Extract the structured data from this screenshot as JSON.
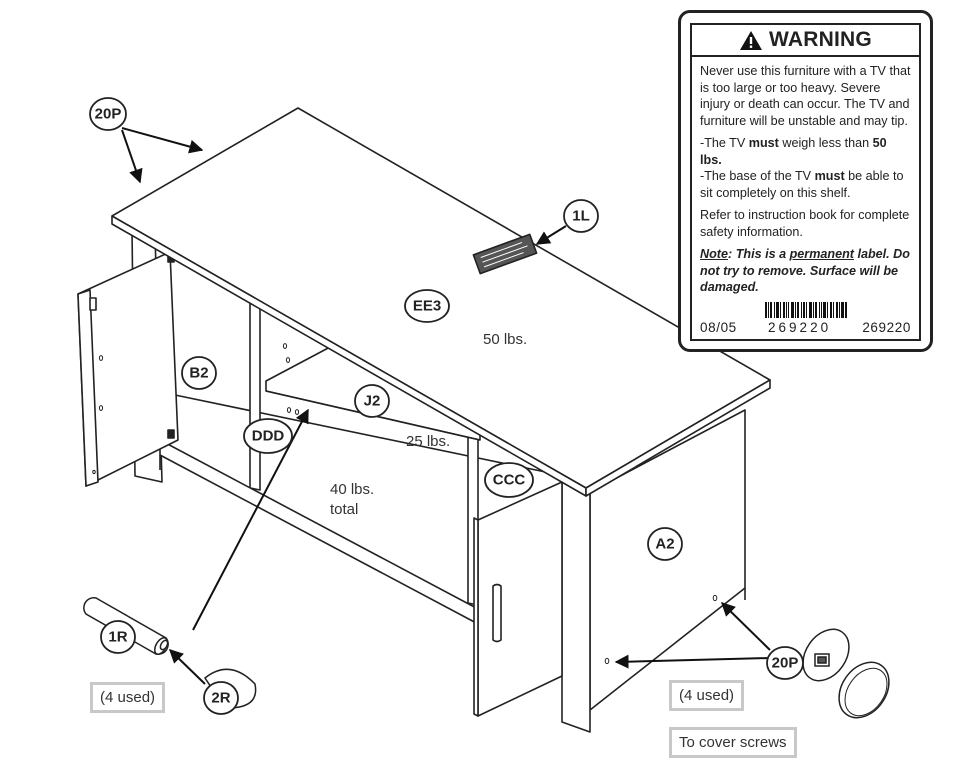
{
  "parts": {
    "p20P_top": "20P",
    "p1L": "1L",
    "pEE3": "EE3",
    "pB2": "B2",
    "pJ2": "J2",
    "pDDD": "DDD",
    "pCCC": "CCC",
    "pA2": "A2",
    "p1R": "1R",
    "p2R": "2R",
    "p20P_bottom": "20P"
  },
  "weights": {
    "top": "50 lbs.",
    "shelf": "25 lbs.",
    "total_line1": "40 lbs.",
    "total_line2": "total"
  },
  "notes": {
    "used_left": "(4 used)",
    "used_right": "(4 used)",
    "cover_screws": "To cover screws"
  },
  "warning": {
    "title": "WARNING",
    "para1": "Never use this furniture with a TV that is too large or too heavy. Severe injury or death can occur. The TV and furniture will be unstable and may tip.",
    "l1_pre": "-The TV ",
    "l1_must": "must",
    "l1_mid": " weigh less than ",
    "l1_weight": "50 lbs.",
    "l2_pre": "-The base of the TV ",
    "l2_must": "must",
    "l2_post": " be able to sit completely on this shelf.",
    "para3": "Refer to instruction book for complete safety information.",
    "note_label": "Note",
    "note_a": ": This is a ",
    "note_permanent": "permanent",
    "note_b": " label.  Do not try to remove. Surface will be damaged.",
    "code_date": "08/05",
    "code_mid": "269220",
    "code_end": "269220"
  }
}
